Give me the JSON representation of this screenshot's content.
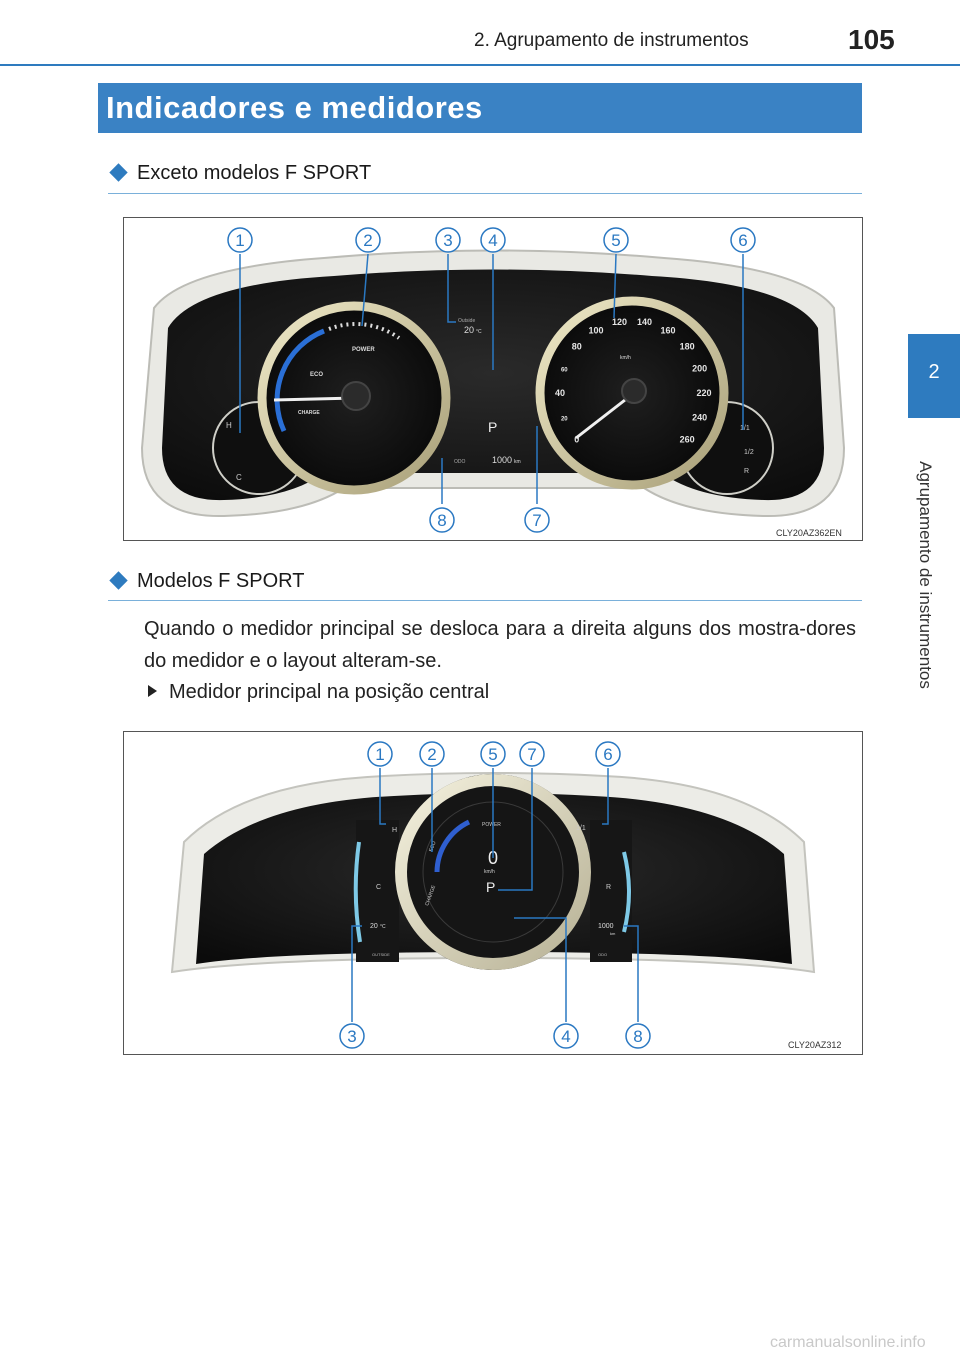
{
  "header": {
    "title": "2. Agrupamento de instrumentos",
    "page_number": "105"
  },
  "side_tab": {
    "number": "2",
    "label": "Agrupamento de instrumentos"
  },
  "section": {
    "title": "Indicadores e medidores"
  },
  "sub1": {
    "title": "Exceto modelos F SPORT"
  },
  "sub2": {
    "title": "Modelos F SPORT"
  },
  "paragraph": "Quando o medidor principal se desloca para a direita alguns dos mostra-dores do medidor e o layout alteram-se.",
  "bullet": "Medidor principal na posição central",
  "figure1": {
    "code": "CLY20AZ362EN",
    "callouts": [
      "1",
      "2",
      "3",
      "4",
      "5",
      "6",
      "7",
      "8"
    ],
    "labels": {
      "power": "POWER",
      "eco": "ECO",
      "charge": "CHARGE",
      "outside": "Outside",
      "outside_temp": "20",
      "temp_unit": "°C",
      "gear": "P",
      "odo": "ODO",
      "odo_value": "1000",
      "odo_unit": "km",
      "kmh": "km/h",
      "h": "H",
      "c": "C",
      "full": "1/1",
      "half": "1/2",
      "r": "R"
    },
    "speed_ticks": [
      "0",
      "20",
      "40",
      "60",
      "80",
      "100",
      "120",
      "140",
      "160",
      "180",
      "200",
      "220",
      "240",
      "260"
    ]
  },
  "figure2": {
    "code": "CLY20AZ312",
    "callouts": [
      "1",
      "2",
      "5",
      "7",
      "6",
      "3",
      "4",
      "8"
    ],
    "labels": {
      "power": "POWER",
      "speed": "0",
      "kmh": "km/h",
      "gear": "P",
      "charge": "CHARGE",
      "eco": "ECO",
      "h": "H",
      "c": "C",
      "full": "1/1",
      "r": "R",
      "outside_temp": "20",
      "temp_unit": "°C",
      "outside": "OUTSIDE",
      "odo_value": "1000",
      "odo_unit": "km",
      "odo": "ODO"
    }
  },
  "watermark": "carmanualsonline.info"
}
